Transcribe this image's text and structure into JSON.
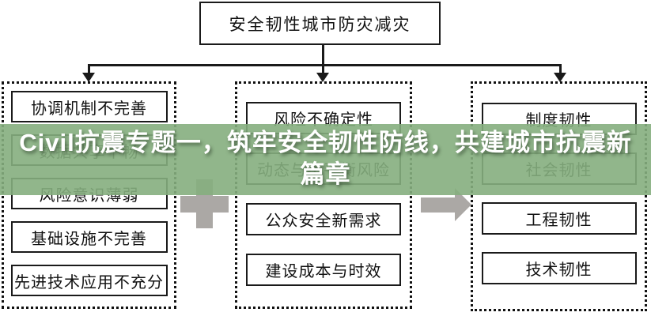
{
  "colors": {
    "banner_green": "#85ae7e",
    "banner_text": "#ffffff",
    "connector_gray": "#aba8a5",
    "line_black": "#1a1a1a"
  },
  "root_node": {
    "label": "安全韧性城市防灾减灾"
  },
  "banner": {
    "line1": "Civil抗震专题一，筑牢安全韧性防线，共建城市抗震新",
    "line2": "篇章",
    "full_title": "Civil抗震专题一，筑牢安全韧性防线，共建城市抗震新篇章"
  },
  "groups": {
    "left": {
      "items": [
        "协调机制不完善",
        "数据共享不畅",
        "风险意识薄弱",
        "基础设施不完善",
        "先进技术应用不充分"
      ]
    },
    "center": {
      "items": [
        "风险不确定性",
        "动态与不平衡风险",
        "公众安全新需求",
        "建设成本与时效"
      ]
    },
    "right": {
      "items": [
        "制度韧性",
        "社会韧性",
        "工程韧性",
        "技术韧性"
      ]
    }
  },
  "icons": {
    "plus_icon": "+",
    "arrow_right_icon": "→"
  }
}
